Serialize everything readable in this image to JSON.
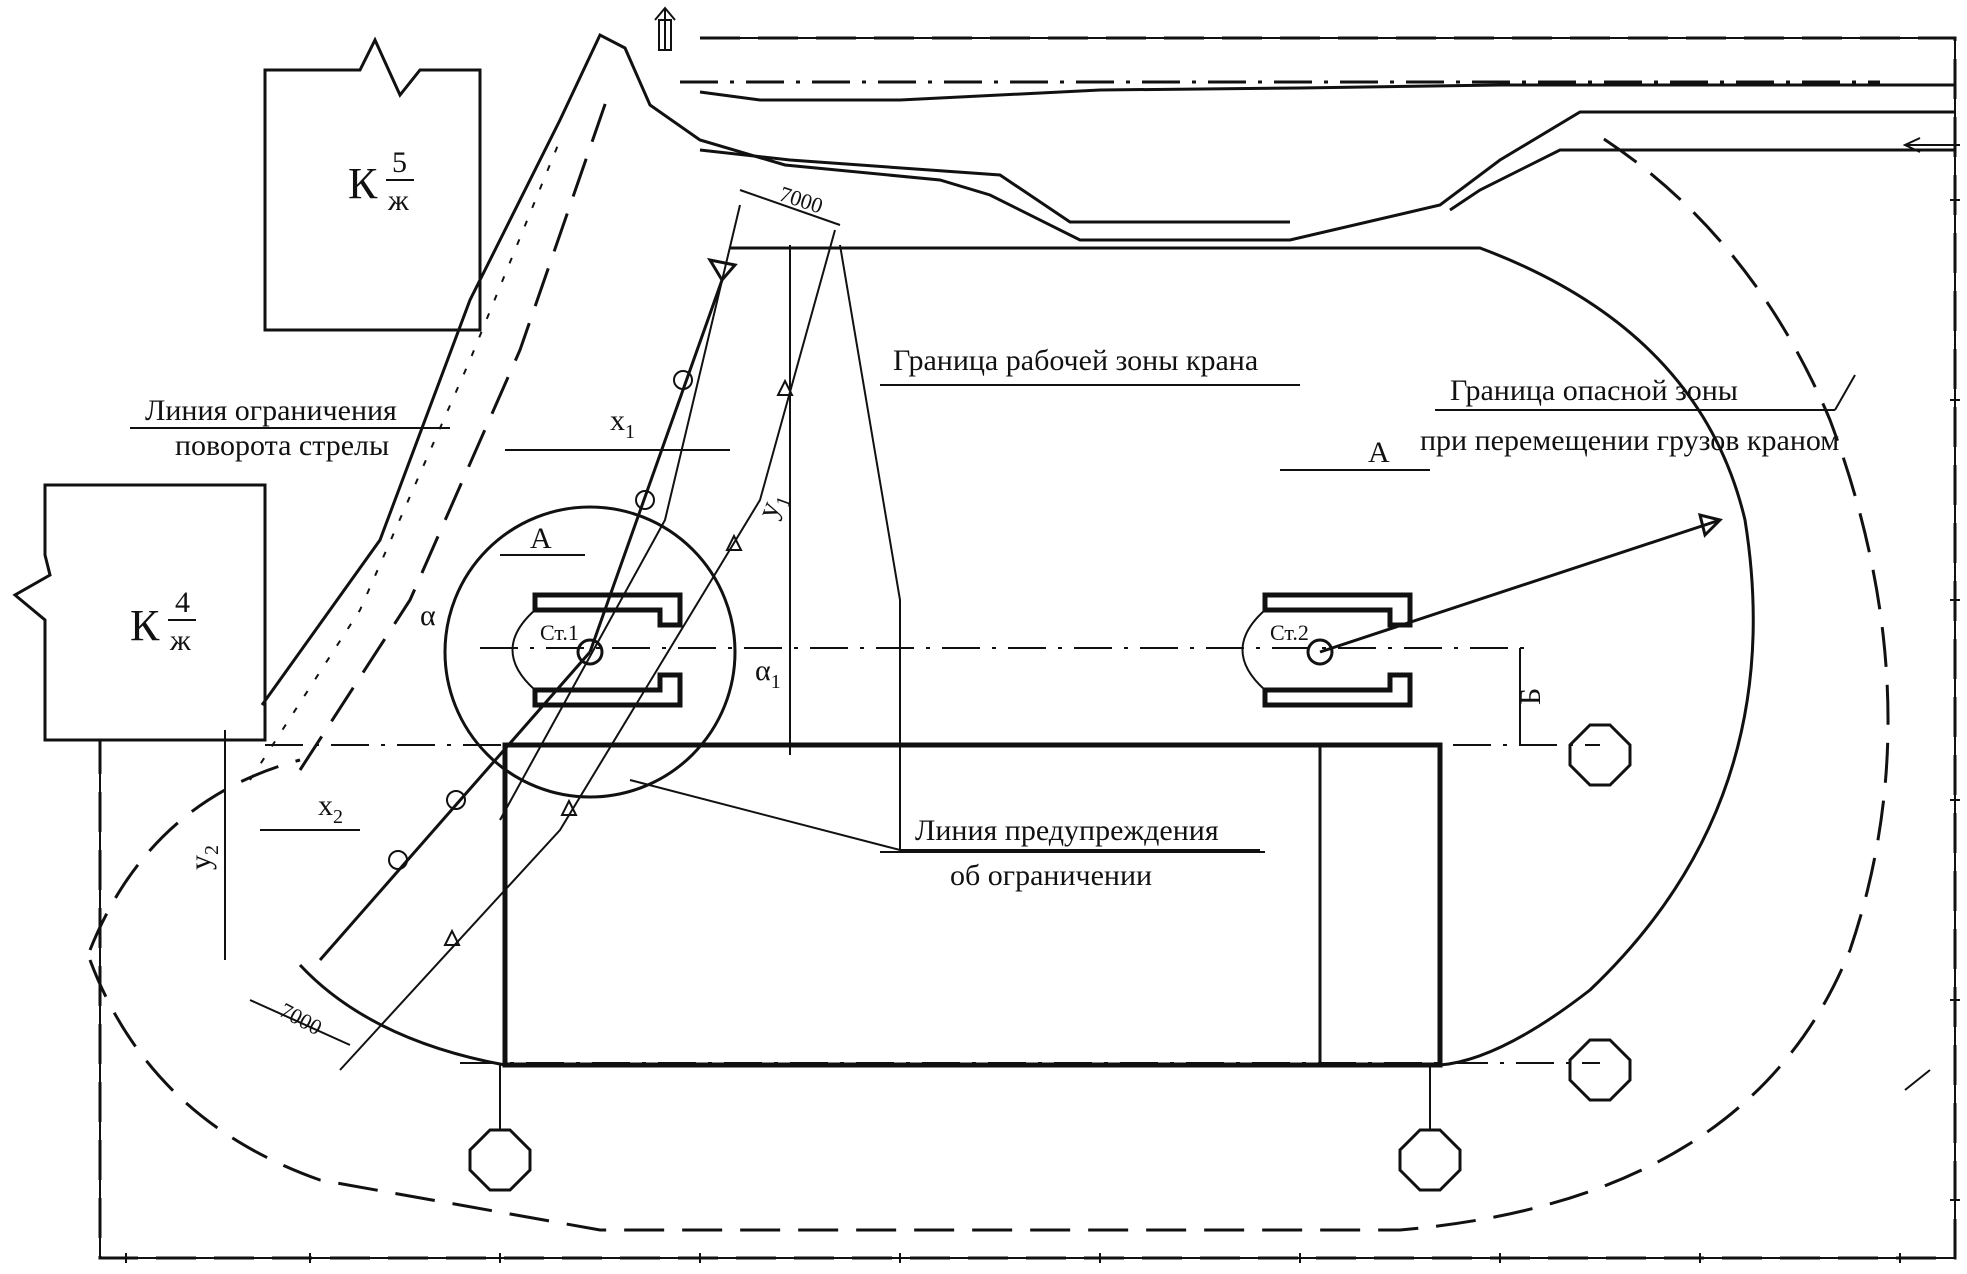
{
  "buildings": {
    "k5": {
      "letter": "К",
      "numerator": "5",
      "denominator": "ж"
    },
    "k4": {
      "letter": "К",
      "numerator": "4",
      "denominator": "ж"
    }
  },
  "labels": {
    "work_zone": "Граница рабочей зоны крана",
    "danger_zone_line1": "Граница опасной зоны",
    "danger_zone_line2": "при перемещении грузов краном",
    "boom_limit_line1": "Линия ограничения",
    "boom_limit_line2": "поворота стрелы",
    "warning_line1": "Линия предупреждения",
    "warning_line2": "об ограничении"
  },
  "dimensions": {
    "top_7000": "7000",
    "bottom_7000": "7000",
    "x1": "x",
    "x1_sub": "1",
    "y1": "y",
    "y1_sub": "1",
    "x2": "x",
    "x2_sub": "2",
    "y2": "y",
    "y2_sub": "2",
    "a_left": "А",
    "a_right": "А",
    "b_right": "Б",
    "alpha": "α",
    "alpha1": "α",
    "alpha1_sub": "1"
  },
  "stations": {
    "st1": "Ст.1",
    "st2": "Ст.2"
  },
  "colors": {
    "ink": "#111111",
    "background": "#ffffff"
  },
  "icons": [
    "entry-arrow-icon",
    "exit-arrow-icon",
    "lighting-pole-icon",
    "triangle-marker-icon",
    "circle-marker-icon"
  ]
}
